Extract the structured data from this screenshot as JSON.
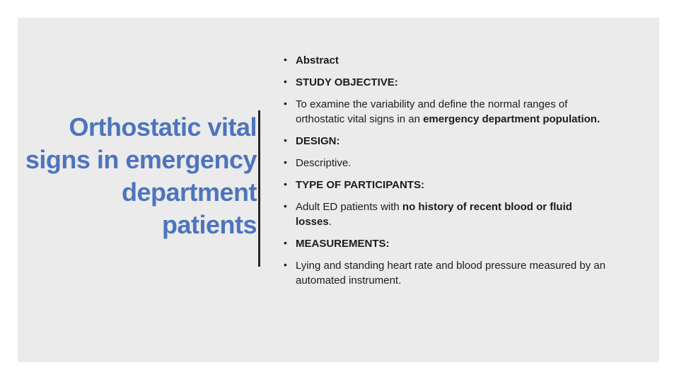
{
  "slide": {
    "title_lines": [
      "Orthostatic vital",
      "signs in emergency",
      "department",
      "patients"
    ],
    "bullet_glyph": "•",
    "bullets": [
      {
        "segments": [
          {
            "text": "Abstract",
            "bold": true
          }
        ]
      },
      {
        "segments": [
          {
            "text": "STUDY OBJECTIVE:",
            "bold": true
          }
        ]
      },
      {
        "segments": [
          {
            "text": "To examine the variability and define the normal ranges of orthostatic vital signs in an ",
            "bold": false
          },
          {
            "text": "emergency department population.",
            "bold": true
          }
        ]
      },
      {
        "segments": [
          {
            "text": "DESIGN:",
            "bold": true
          }
        ]
      },
      {
        "segments": [
          {
            "text": "Descriptive.",
            "bold": false
          }
        ]
      },
      {
        "segments": [
          {
            "text": "TYPE OF PARTICIPANTS:",
            "bold": true
          }
        ]
      },
      {
        "segments": [
          {
            "text": "Adult ED patients with ",
            "bold": false
          },
          {
            "text": "no history of recent blood or fluid losses",
            "bold": true
          },
          {
            "text": ".",
            "bold": false
          }
        ]
      },
      {
        "segments": [
          {
            "text": "MEASUREMENTS:",
            "bold": true
          }
        ]
      },
      {
        "segments": [
          {
            "text": "Lying and standing heart rate and blood pressure measured by an automated instrument.",
            "bold": false
          }
        ]
      }
    ],
    "colors": {
      "page_bg": "#FFFFFF",
      "slide_bg": "#EBEBEB",
      "title": "#4D74BE",
      "body_text": "#1C1C1C",
      "divider": "#262626"
    }
  }
}
